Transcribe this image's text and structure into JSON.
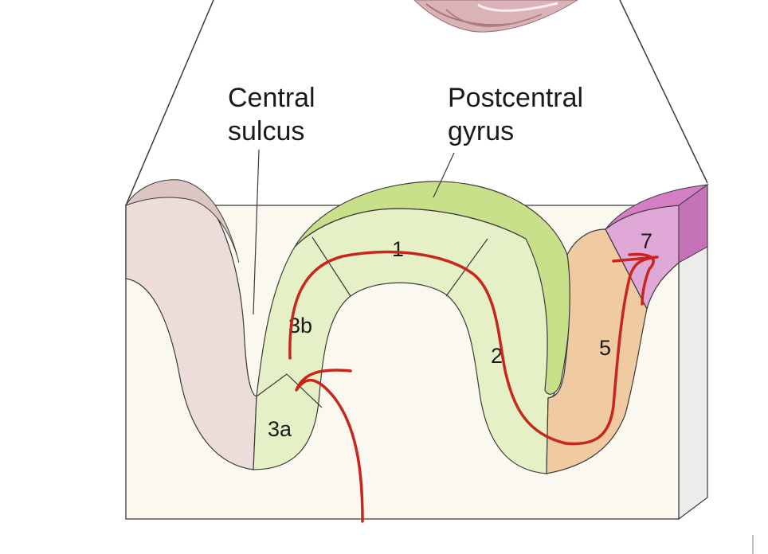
{
  "labels": {
    "central_line1": "Central",
    "central_line2": "sulcus",
    "post_line1": "Postcentral",
    "post_line2": "gyrus"
  },
  "areas": {
    "a1": "1",
    "a2": "2",
    "a3a": "3a",
    "a3b": "3b",
    "a5": "5",
    "a7": "7"
  },
  "colors": {
    "precentral": "#ecdcda",
    "postcentral_top": "#c8e08a",
    "postcentral_fill": "#e6f0c6",
    "area5": "#f0caa0",
    "area7": "#dfa8d6",
    "area7_top": "#d47ec6",
    "white_matter": "#fbf8ef",
    "annotation": "#c8261d",
    "outline": "#3a3a3a"
  }
}
